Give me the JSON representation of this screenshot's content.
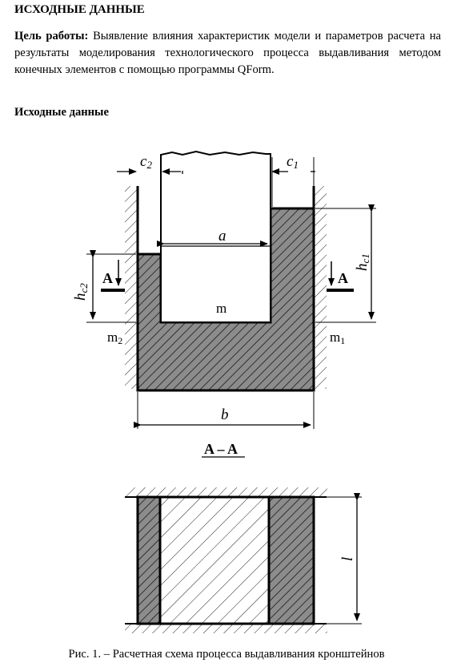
{
  "document": {
    "heading": "ИСХОДНЫЕ ДАННЫЕ",
    "goal_label": "Цель работы:",
    "goal_text": "Выявление влияния характеристик модели и параметров расчета на результаты моделирования технологического процесса выдавливания методом конечных элементов с помощью программы QForm.",
    "subheading": "Исходные данные",
    "caption": "Рис. 1. – Расчетная схема процесса выдавливания кронштейнов"
  },
  "figure": {
    "labels": {
      "c2": "c",
      "c2_sub": "2",
      "c1": "c",
      "c1_sub": "1",
      "a": "a",
      "b": "b",
      "hc1": "h",
      "hc1_sub": "c1",
      "hc2": "h",
      "hc2_sub": "c2",
      "A_left": "A",
      "A_right": "A",
      "m": "m",
      "m1": "m",
      "m1_sub": "1",
      "m2": "m",
      "m2_sub": "2",
      "section": "A – A",
      "l": "l"
    },
    "colors": {
      "hatch_fill": "#8c8c8c",
      "line": "#000000"
    }
  }
}
